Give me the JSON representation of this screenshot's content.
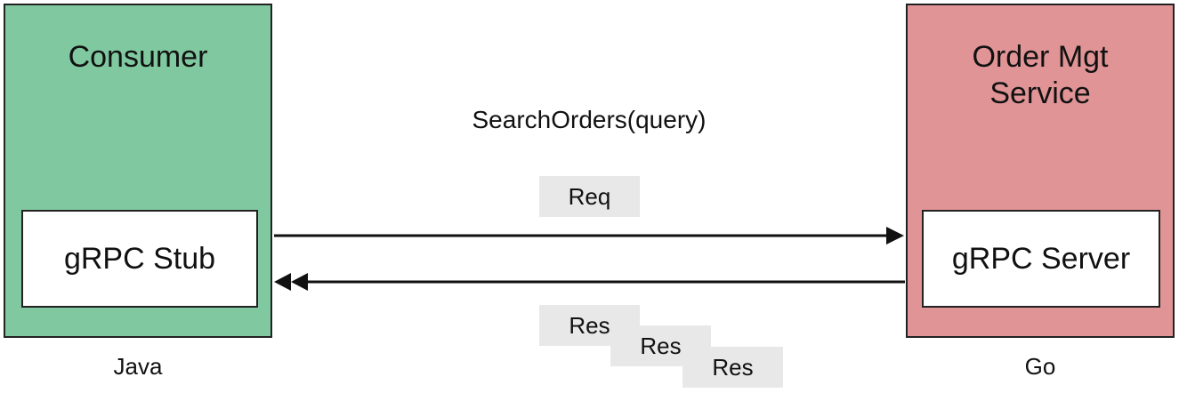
{
  "consumer": {
    "title": "Consumer",
    "component": "gRPC Stub",
    "language": "Java",
    "color": "#80c9a0"
  },
  "server": {
    "title": "Order Mgt\nService",
    "component": "gRPC Server",
    "language": "Go",
    "color": "#e09496"
  },
  "rpc": {
    "method": "SearchOrders(query)",
    "request_label": "Req",
    "response_labels": [
      "Res",
      "Res",
      "Res"
    ]
  },
  "message_color": "#e8e8e8"
}
